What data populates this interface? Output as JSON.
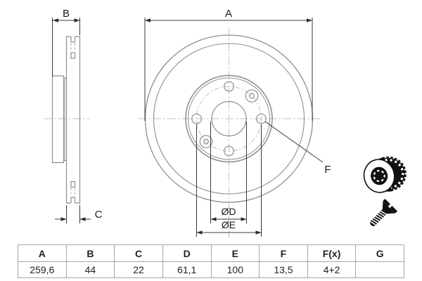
{
  "drawing": {
    "dim_labels": {
      "a": "A",
      "b": "B",
      "c": "C",
      "d": "ØD",
      "e": "ØE",
      "f": "F"
    }
  },
  "icons": {
    "disc": "vented-brake-disc-icon",
    "screw": "countersunk-screw-icon"
  },
  "table": {
    "headers": [
      "A",
      "B",
      "C",
      "D",
      "E",
      "F",
      "F(x)",
      "G"
    ],
    "values": [
      "259,6",
      "44",
      "22",
      "61,1",
      "100",
      "13,5",
      "4+2",
      ""
    ]
  },
  "colors": {
    "outline": "#8e8e8e",
    "centerline": "#c3c3c3",
    "dimension": "#383838",
    "table_border": "#a6a6a6",
    "icon": "#111111"
  }
}
